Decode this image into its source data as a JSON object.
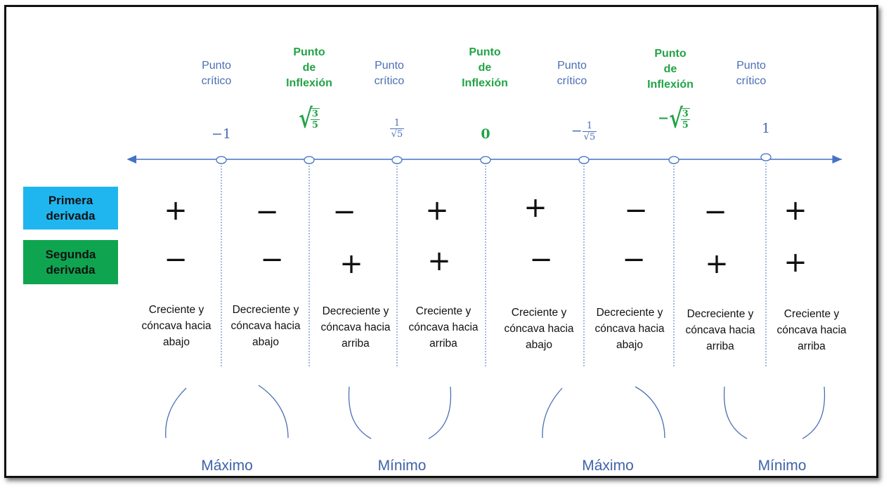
{
  "headers": [
    {
      "kind": "critical",
      "lines": [
        "Punto",
        "crítico"
      ]
    },
    {
      "kind": "inflection",
      "lines": [
        "Punto",
        "de",
        "Inflexión"
      ]
    },
    {
      "kind": "critical",
      "lines": [
        "Punto",
        "crítico"
      ]
    },
    {
      "kind": "inflection",
      "lines": [
        "Punto",
        "de",
        "Inflexión"
      ]
    },
    {
      "kind": "critical",
      "lines": [
        "Punto",
        "crítico"
      ]
    },
    {
      "kind": "inflection",
      "lines": [
        "Punto",
        "de",
        "Inflexión"
      ]
    },
    {
      "kind": "critical",
      "lines": [
        "Punto",
        "crítico"
      ]
    }
  ],
  "points": [
    {
      "kind": "critical",
      "prefix": "−",
      "integer": "1"
    },
    {
      "kind": "inflection",
      "sqrt_num": "3",
      "sqrt_den": "5"
    },
    {
      "kind": "critical",
      "frac_num": "1",
      "frac_den": "√5"
    },
    {
      "kind": "inflection",
      "integer": "0"
    },
    {
      "kind": "critical",
      "prefix": "−",
      "frac_num": "1",
      "frac_den": "√5"
    },
    {
      "kind": "inflection",
      "prefix": "−",
      "sqrt_num": "3",
      "sqrt_den": "5"
    },
    {
      "kind": "critical",
      "integer": "1"
    }
  ],
  "rows": {
    "first_derivative": {
      "label_1": "Primera",
      "label_2": "derivada",
      "color": "#1fb6ef",
      "signs": [
        "+",
        "−",
        "−",
        "+",
        "+",
        "−",
        "−",
        "+"
      ]
    },
    "second_derivative": {
      "label_1": "Segunda",
      "label_2": "derivada",
      "color": "#0fa550",
      "signs": [
        "−",
        "−",
        "+",
        "+",
        "−",
        "−",
        "+",
        "+"
      ]
    }
  },
  "descriptions": [
    [
      "Creciente y",
      "cóncava hacia",
      "abajo"
    ],
    [
      "Decreciente y",
      "cóncava hacia",
      "abajo"
    ],
    [
      "Decreciente y",
      "cóncava hacia",
      "arriba"
    ],
    [
      "Creciente y",
      "cóncava hacia",
      "arriba"
    ],
    [
      "Creciente y",
      "cóncava hacia",
      "abajo"
    ],
    [
      "Decreciente y",
      "cóncava hacia",
      "abajo"
    ],
    [
      "Decreciente y",
      "cóncava hacia",
      "arriba"
    ],
    [
      "Creciente y",
      "cóncava hacia",
      "arriba"
    ]
  ],
  "extrema": [
    "Máximo",
    "Mínimo",
    "Máximo",
    "Mínimo"
  ],
  "colors": {
    "critical": "#4a6fb5",
    "inflection": "#22a347",
    "axis": "#4472c4",
    "curve": "#4a6fb5"
  }
}
